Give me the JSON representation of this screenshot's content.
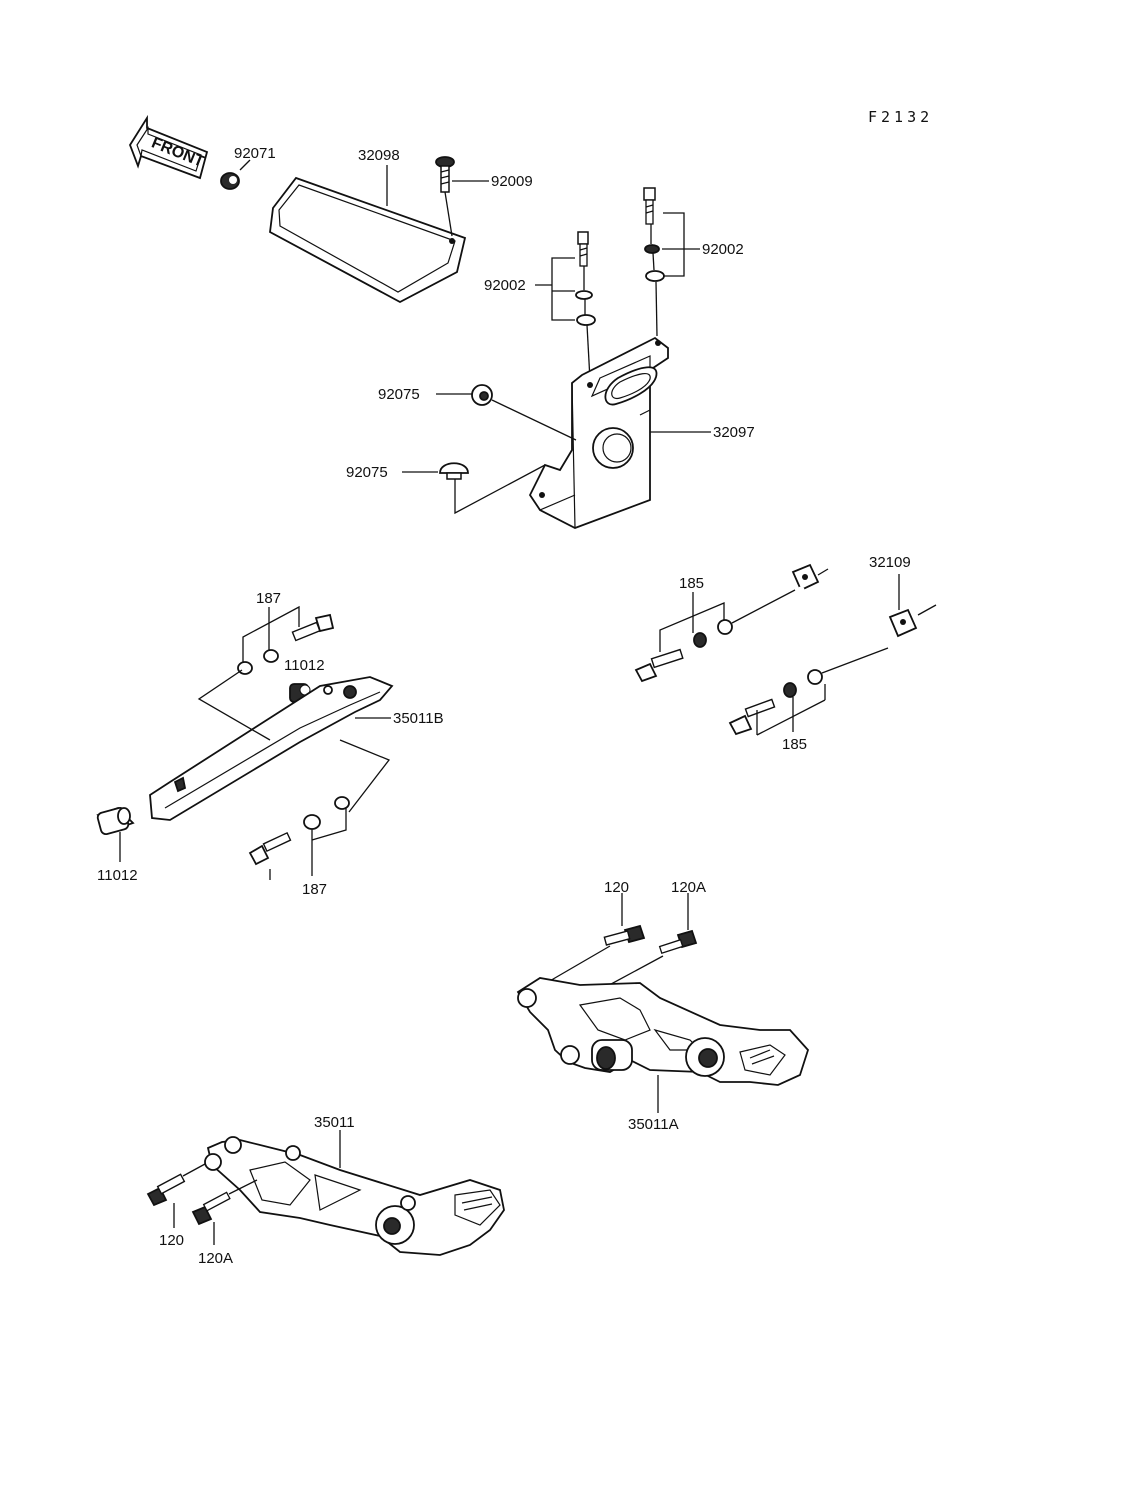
{
  "diagram": {
    "figure_code": "F2132",
    "front_arrow_label": "FRONT",
    "labels": {
      "p92071": "92071",
      "p32098": "32098",
      "p92009": "92009",
      "p92002_right": "92002",
      "p92002_left": "92002",
      "p92075_top": "92075",
      "p92075_bottom": "92075",
      "p32097": "32097",
      "p187_top": "187",
      "p11012_mid": "11012",
      "p35011B": "35011B",
      "p11012_left": "11012",
      "p187_bottom": "187",
      "p185_top": "185",
      "p32109": "32109",
      "p185_bottom": "185",
      "p120_right": "120",
      "p120A_right": "120A",
      "p35011A": "35011A",
      "p35011": "35011",
      "p120_left": "120",
      "p120A_left": "120A"
    }
  }
}
